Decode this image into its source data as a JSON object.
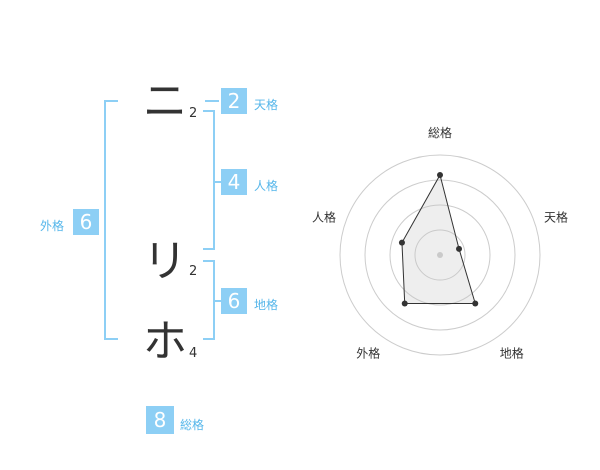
{
  "name": {
    "chars": [
      {
        "char": "ニ",
        "strokes": "2"
      },
      {
        "char": "リ",
        "strokes": "2"
      },
      {
        "char": "ホ",
        "strokes": "4"
      }
    ]
  },
  "kakusu": {
    "tenkaku": {
      "value": "2",
      "label": "天格"
    },
    "jinkaku": {
      "value": "4",
      "label": "人格"
    },
    "chikaku": {
      "value": "6",
      "label": "地格"
    },
    "gaikaku": {
      "value": "6",
      "label": "外格"
    },
    "soukaku": {
      "value": "8",
      "label": "総格"
    }
  },
  "colors": {
    "accent": "#8dcff5",
    "label": "#55b6ea",
    "text": "#333333"
  },
  "chart_data": {
    "type": "radar",
    "axes": [
      "総格",
      "天格",
      "地格",
      "外格",
      "人格"
    ],
    "values": [
      8,
      2,
      6,
      6,
      4
    ],
    "rlim": [
      0,
      10
    ],
    "rings": 4
  }
}
